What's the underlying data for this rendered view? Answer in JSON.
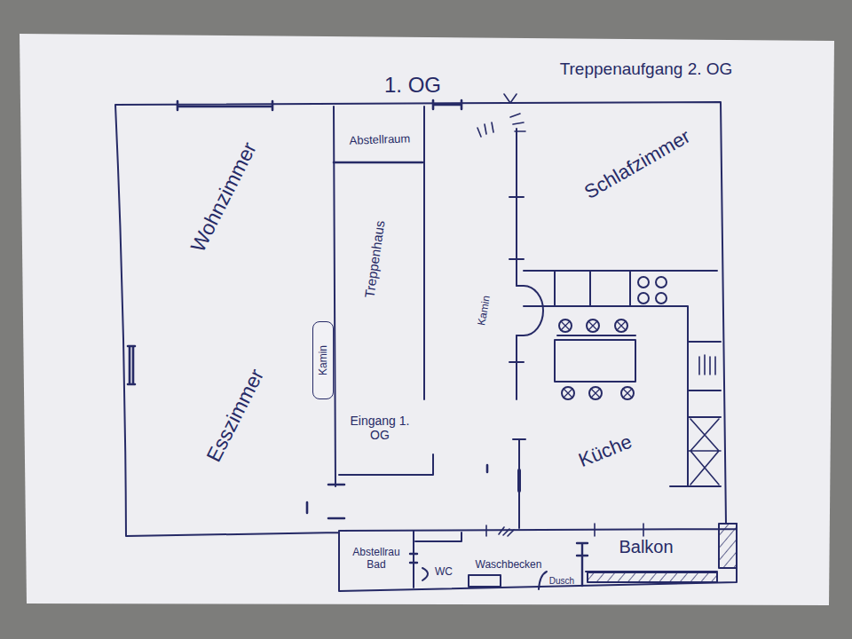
{
  "diagram": {
    "title": "1. OG",
    "nodes": [
      {
        "text": [
          "Wohnzimmer",
          "Esszimmer"
        ]
      },
      {
        "text": [
          "Abstellraum"
        ]
      },
      {
        "text": [
          "Treppenhaus"
        ]
      },
      {
        "text": [
          "Kamin"
        ]
      },
      {
        "text": [
          "Schlafzimmer"
        ]
      },
      {
        "text": [
          "Küche"
        ]
      },
      {
        "text": [
          "Abstellrau Bad"
        ]
      },
      {
        "text": [
          "Balkon"
        ]
      }
    ],
    "labels": [
      "Treppenaufgang 2. OG",
      "Eingang 1. OG",
      "Kamin",
      "WC",
      "Waschbecken",
      "Dusch"
    ]
  }
}
